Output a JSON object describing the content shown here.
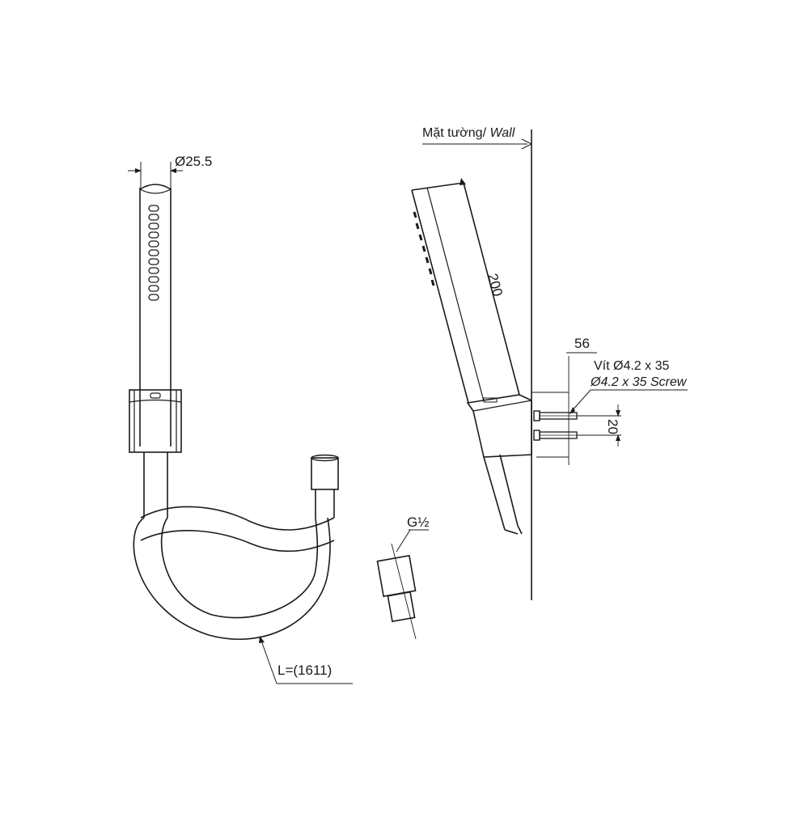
{
  "labels": {
    "diameter": "Ø25.5",
    "wall_vi": "Mặt tường/ ",
    "wall_en": "Wall",
    "length": "200",
    "offset": "56",
    "screw_vi": "Vít Ø4.2 x 35",
    "screw_en": "Ø4.2 x 35 Screw",
    "spacing": "20",
    "thread": "G½",
    "hose_length": "L=(1611)"
  },
  "colors": {
    "line": "#1a1a1a",
    "background": "#ffffff"
  }
}
